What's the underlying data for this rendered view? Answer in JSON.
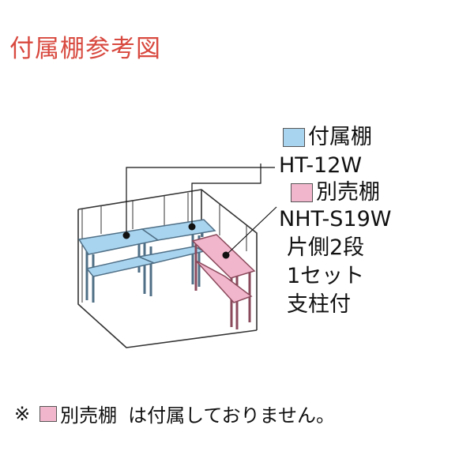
{
  "title": "付属棚参考図",
  "colors": {
    "title": "#d8493f",
    "included_shelf": "#a9d4ef",
    "sold_separately": "#f2b6cc",
    "frame_blue": "#4f6f86",
    "frame_red": "#8a4a5c"
  },
  "legend": {
    "included": {
      "label": "付属棚",
      "model": "HT-12W"
    },
    "separate": {
      "label": "別売棚",
      "model": "NHT-S19W",
      "detail_lines": [
        "片側2段",
        "1セット",
        "支柱付"
      ]
    }
  },
  "note": {
    "prefix": "※",
    "label": "別売棚",
    "suffix": "は付属しておりません。"
  }
}
